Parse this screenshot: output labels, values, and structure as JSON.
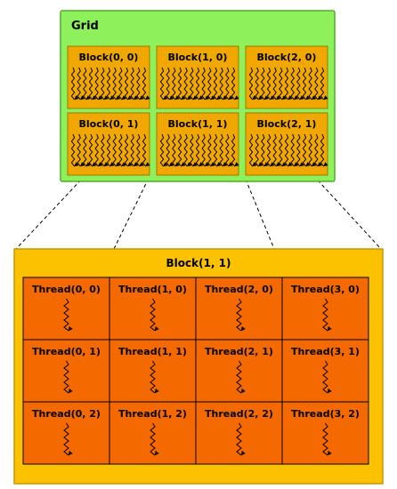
{
  "grid": {
    "label": "Grid",
    "colors": {
      "fill": "#8ef05a",
      "border": "#4caf2a"
    },
    "blocks": [
      {
        "label": "Block(0, 0)"
      },
      {
        "label": "Block(1, 0)"
      },
      {
        "label": "Block(2, 0)"
      },
      {
        "label": "Block(0, 1)"
      },
      {
        "label": "Block(1, 1)"
      },
      {
        "label": "Block(2, 1)"
      }
    ]
  },
  "block_detail": {
    "label": "Block(1, 1)",
    "colors": {
      "fill": "#fcc200",
      "border": "#c89800"
    },
    "threads": [
      {
        "label": "Thread(0, 0)"
      },
      {
        "label": "Thread(1, 0)"
      },
      {
        "label": "Thread(2, 0)"
      },
      {
        "label": "Thread(3, 0)"
      },
      {
        "label": "Thread(0, 1)"
      },
      {
        "label": "Thread(1, 1)"
      },
      {
        "label": "Thread(2, 1)"
      },
      {
        "label": "Thread(3, 1)"
      },
      {
        "label": "Thread(0, 2)"
      },
      {
        "label": "Thread(1, 2)"
      },
      {
        "label": "Thread(2, 2)"
      },
      {
        "label": "Thread(3, 2)"
      }
    ]
  },
  "colors": {
    "block_fill": "#f0a800",
    "block_border": "#9a7a00",
    "thread_fill": "#f56a00",
    "thread_border": "#000000"
  }
}
